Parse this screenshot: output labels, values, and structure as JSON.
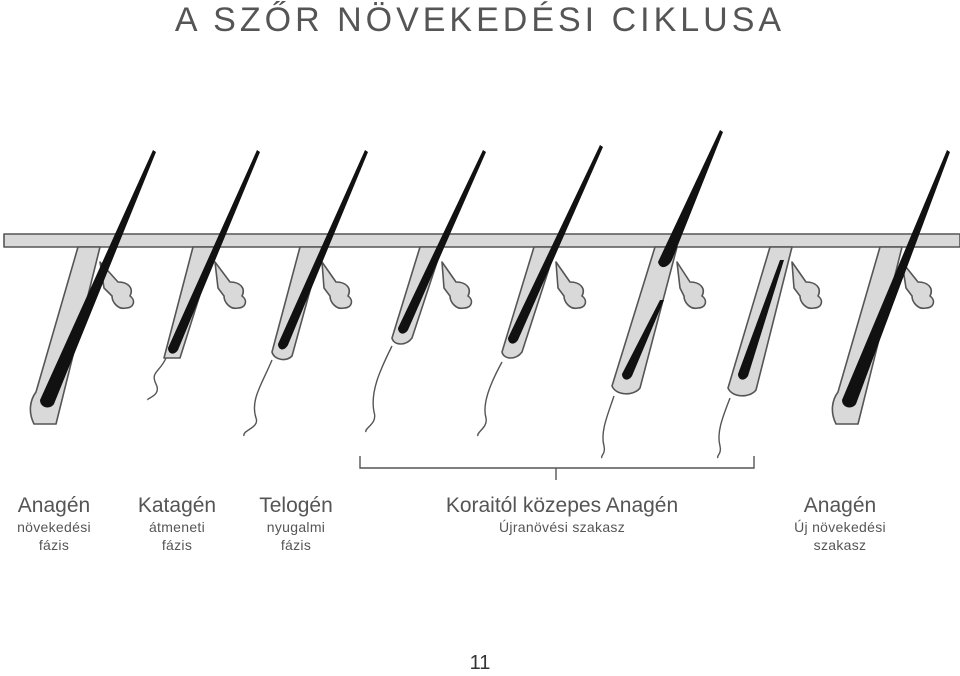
{
  "title": "A SZŐR NÖVEKEDÉSI CIKLUSA",
  "phases": [
    {
      "main": "Anagén",
      "sub1": "növekedési",
      "sub2": "fázis"
    },
    {
      "main": "Katagén",
      "sub1": "átmeneti",
      "sub2": "fázis"
    },
    {
      "main": "Telogén",
      "sub1": "nyugalmi",
      "sub2": "fázis"
    },
    {
      "main": "Koraitól közepes Anagén",
      "sub1": "Újranövési szakasz",
      "sub2": ""
    },
    {
      "main": "Anagén",
      "sub1": "Új növekedési",
      "sub2": "szakasz"
    }
  ],
  "page_number": "11"
}
